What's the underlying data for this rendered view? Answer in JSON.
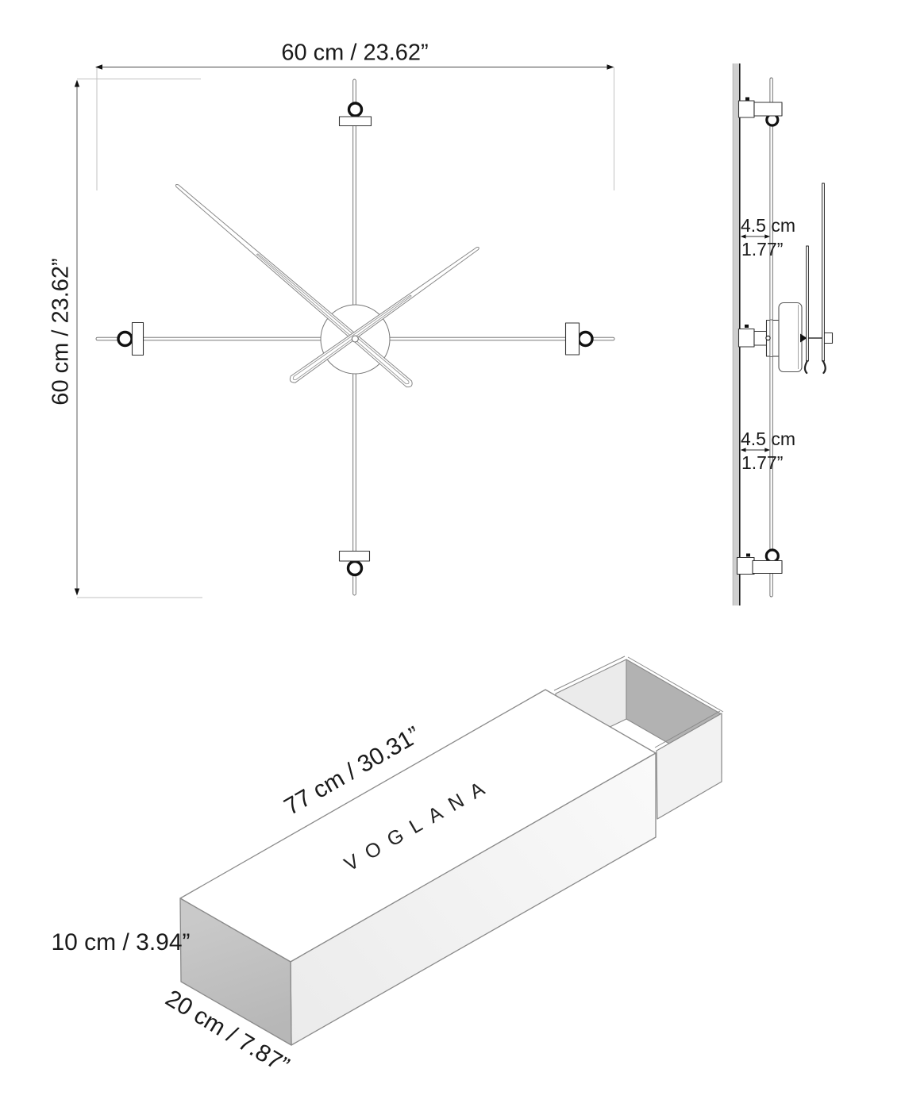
{
  "diagram": {
    "title": "wall-clock-dimensions-diagram",
    "front_view": {
      "width_label": "60 cm / 23.62”",
      "height_label": "60 cm / 23.62”"
    },
    "side_view": {
      "top_offset_cm": "4.5 cm",
      "top_offset_in": "1.77”",
      "bottom_offset_cm": "4.5 cm",
      "bottom_offset_in": "1.77”"
    },
    "box_view": {
      "brand": "VOGLANA",
      "length_label": "77 cm / 30.31”",
      "height_label": "10 cm / 3.94”",
      "depth_label": "20 cm / 7.87”"
    },
    "colors": {
      "line_dark": "#333333",
      "line_medium": "#666666",
      "extension_line": "#c2c2c2",
      "wall_fill": "#cfcfcf",
      "box_front_face": "#f3f3f3",
      "box_end_face": "#c0c0c0",
      "tray_inner_left": "#ebebeb",
      "tray_inner_right": "#b2b2b2",
      "text": "#1a1a1a"
    }
  }
}
